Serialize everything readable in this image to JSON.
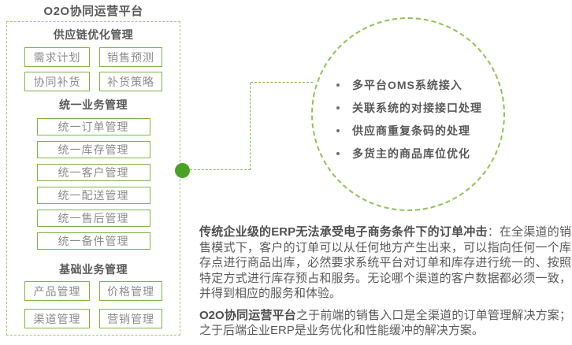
{
  "title": "O2O协同运营平台",
  "panel": {
    "sections": [
      {
        "heading": "供应链优化管理",
        "items": [
          "需求计划",
          "销售预测",
          "协同补货",
          "补货策略"
        ]
      },
      {
        "heading": "统一业务管理",
        "items": [
          "统一订单管理",
          "统一库存管理",
          "统一客户管理",
          "统一配送管理",
          "统一售后管理",
          "统一备件管理"
        ]
      },
      {
        "heading": "基础业务管理",
        "items": [
          "产品管理",
          "价格管理",
          "渠道管理",
          "营销管理"
        ]
      }
    ]
  },
  "circle": {
    "bullets": [
      "多平台OMS系统接入",
      "关联系统的对接接口处理",
      "供应商重复条码的处理",
      "多货主的商品库位优化"
    ]
  },
  "paragraphs": [
    {
      "lead": "传统企业级的ERP无法承受电子商务条件下的订单冲击",
      "body": "：在全渠道的销售模式下，客户的订单可以从任何地方产生出来，可以指向任何一个库存点进行商品出库，必然要求系统平台对订单和库存进行统一的、按照特定方式进行库存预占和服务。无论哪个渠道的客户数据都必须一致，并得到相应的服务和体验。"
    },
    {
      "lead": "O2O协同运营平台",
      "body": "之于前端的销售入口是全渠道的订单管理解决方案；之于后端企业ERP是业务优化和性能缓冲的解决方案。"
    }
  ],
  "colors": {
    "box_border_green": "#7cb544",
    "panel_dash_green": "#9fc768",
    "circle_dash_green": "#8cc455",
    "dot_green": "#4ba125",
    "heading_gray": "#595959",
    "box_text_gray": "#8c8c8c"
  }
}
